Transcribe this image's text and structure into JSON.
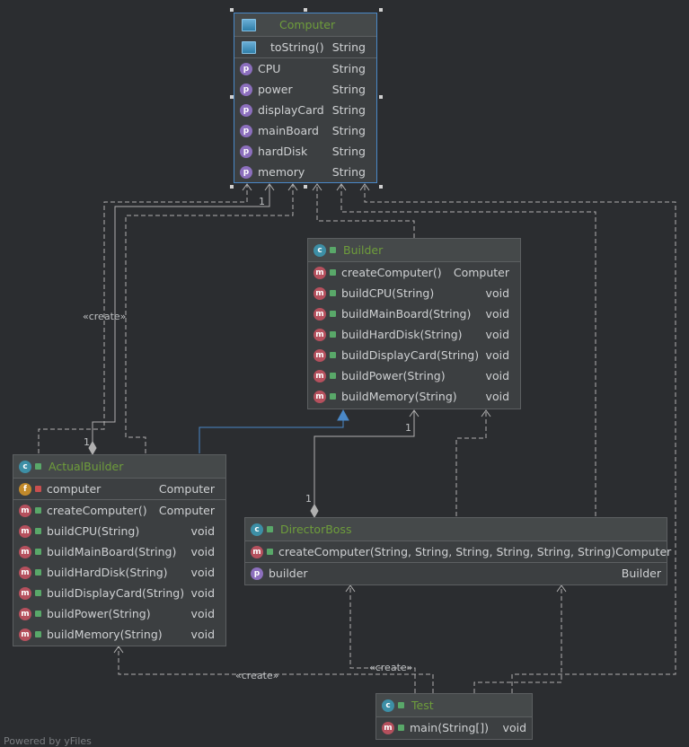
{
  "computer": {
    "title": "Computer",
    "method": {
      "name": "toString()",
      "type": "String"
    },
    "fields": [
      {
        "name": "CPU",
        "type": "String"
      },
      {
        "name": "power",
        "type": "String"
      },
      {
        "name": "displayCard",
        "type": "String"
      },
      {
        "name": "mainBoard",
        "type": "String"
      },
      {
        "name": "hardDisk",
        "type": "String"
      },
      {
        "name": "memory",
        "type": "String"
      }
    ]
  },
  "builder": {
    "title": "Builder",
    "methods": [
      {
        "name": "createComputer()",
        "type": "Computer"
      },
      {
        "name": "buildCPU(String)",
        "type": "void"
      },
      {
        "name": "buildMainBoard(String)",
        "type": "void"
      },
      {
        "name": "buildHardDisk(String)",
        "type": "void"
      },
      {
        "name": "buildDisplayCard(String)",
        "type": "void"
      },
      {
        "name": "buildPower(String)",
        "type": "void"
      },
      {
        "name": "buildMemory(String)",
        "type": "void"
      }
    ]
  },
  "actual_builder": {
    "title": "ActualBuilder",
    "field": {
      "name": "computer",
      "type": "Computer"
    },
    "methods": [
      {
        "name": "createComputer()",
        "type": "Computer"
      },
      {
        "name": "buildCPU(String)",
        "type": "void"
      },
      {
        "name": "buildMainBoard(String)",
        "type": "void"
      },
      {
        "name": "buildHardDisk(String)",
        "type": "void"
      },
      {
        "name": "buildDisplayCard(String)",
        "type": "void"
      },
      {
        "name": "buildPower(String)",
        "type": "void"
      },
      {
        "name": "buildMemory(String)",
        "type": "void"
      }
    ]
  },
  "director_boss": {
    "title": "DirectorBoss",
    "method": {
      "name": "createComputer(String, String, String, String, String, String)",
      "type": "Computer"
    },
    "property": {
      "name": "builder",
      "type": "Builder"
    }
  },
  "test": {
    "title": "Test",
    "method": {
      "name": "main(String[])",
      "type": "void"
    }
  },
  "labels": {
    "create1": "«create»",
    "create2": "«create»",
    "create3": "«create»",
    "mult_computer": "1",
    "mult_actual": "1",
    "mult_builder": "1",
    "mult_director": "1"
  },
  "icons": {
    "class": "c",
    "method": "m",
    "property": "p",
    "field": "f"
  },
  "colors": {
    "background": "#2b2d30",
    "title": "#6e9d3b",
    "inheritance": "#4a88c7"
  },
  "footer": "Powered by yFiles"
}
